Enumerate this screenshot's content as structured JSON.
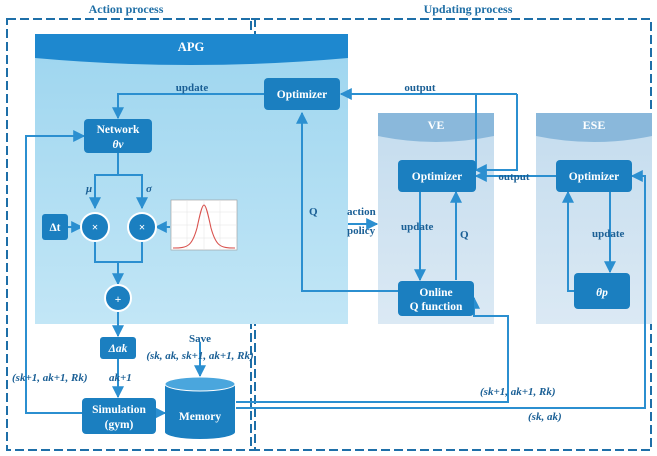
{
  "headers": {
    "action": "Action process",
    "updating": "Updating process"
  },
  "apg": {
    "title": "APG"
  },
  "ve": {
    "title": "VE"
  },
  "ese": {
    "title": "ESE"
  },
  "boxes": {
    "apg_optimizer": "Optimizer",
    "network_line1": "Network",
    "network_line2": "θv",
    "delta_t": "Δt",
    "mult": "×",
    "plus": "+",
    "delta_a": "Δak",
    "simulation_line1": "Simulation",
    "simulation_line2": "(gym)",
    "memory": "Memory",
    "ve_optimizer": "Optimizer",
    "online_line1": "Online",
    "online_line2": "Q function",
    "ese_optimizer": "Optimizer",
    "theta_p": "θp"
  },
  "labels": {
    "update_apg": "update",
    "output_top": "output",
    "output_mid": "output",
    "mu": "μ",
    "sigma": "σ",
    "q_left": "Q",
    "action_policy_1": "action",
    "action_policy_2": "policy",
    "update_ve": "update",
    "q_ve": "Q",
    "update_ese": "update",
    "a_next": "ak+1",
    "save": "Save",
    "save_tuple": "(sk, ak, sk+1, ak+1, Rk)",
    "left_tuple": "(sk+1, ak+1, Rk)",
    "right_tuple": "(sk+1, ak+1, Rk)",
    "sa_tuple": "(sk, ak)"
  },
  "colors": {
    "dark_blue": "#1b7fc0",
    "mid_blue": "#2c8fcf",
    "light_panel": "#a9dbf2",
    "header_band": "#1e88cf",
    "ve_panel": "#cfe4f3",
    "ve_band": "#8ab8db",
    "line": "#2b8fd0"
  }
}
